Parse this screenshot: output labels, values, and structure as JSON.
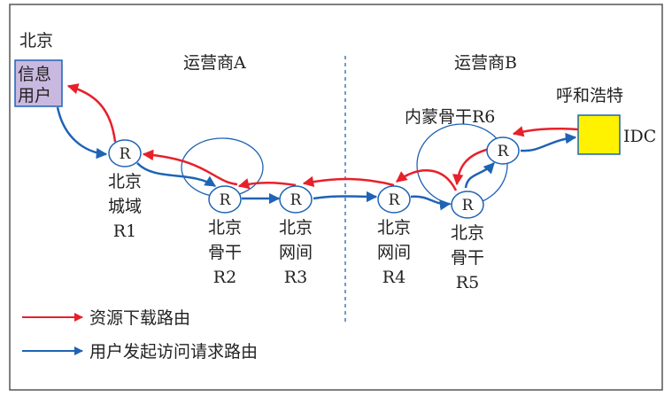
{
  "labels": {
    "beijing": "北京",
    "user_line1": "信息",
    "user_line2": "用户",
    "operator_a": "运营商A",
    "operator_b": "运营商B",
    "hohhot": "呼和浩特",
    "inner_mongolia_backbone": "内蒙骨干R6",
    "idc": "IDC"
  },
  "routers": [
    {
      "glyph": "R",
      "lines": [
        "北京",
        "城域",
        "R1"
      ]
    },
    {
      "glyph": "R",
      "lines": [
        "北京",
        "骨干",
        "R2"
      ]
    },
    {
      "glyph": "R",
      "lines": [
        "北京",
        "网间",
        "R3"
      ]
    },
    {
      "glyph": "R",
      "lines": [
        "北京",
        "网间",
        "R4"
      ]
    },
    {
      "glyph": "R",
      "lines": [
        "北京",
        "骨干",
        "R5"
      ]
    },
    {
      "glyph": "R",
      "lines": []
    }
  ],
  "legend": {
    "download": "资源下载路由",
    "request": "用户发起访问请求路由"
  },
  "colors": {
    "red": "#e8202a",
    "blue": "#1f63b5",
    "user_box": "#c9b8e0",
    "idc_box": "#fff200"
  }
}
